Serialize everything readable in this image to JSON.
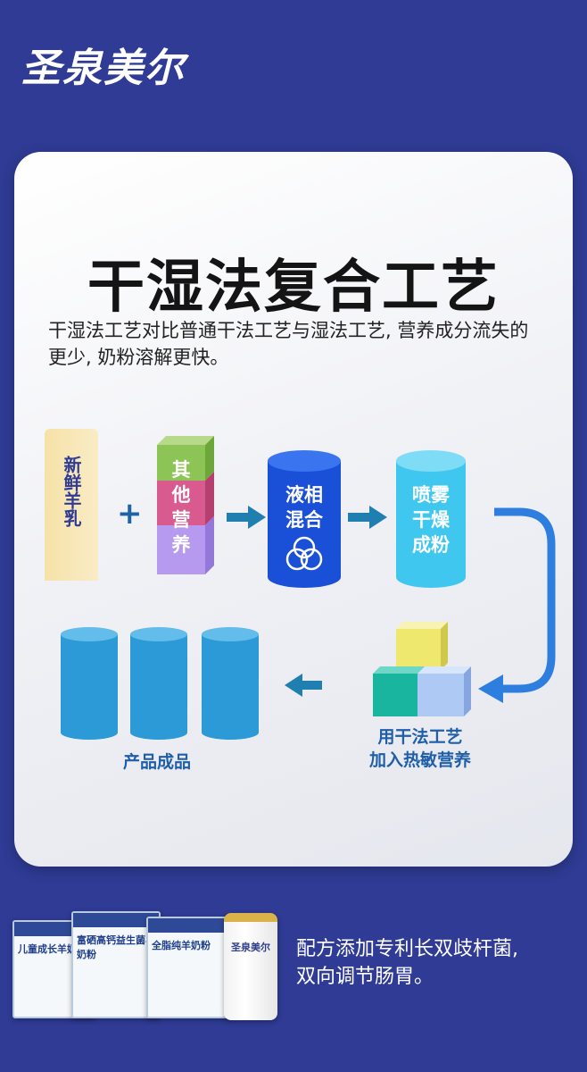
{
  "brand": {
    "logo_text": "圣泉美尔"
  },
  "card": {
    "title": "干湿法复合工艺",
    "description": "干湿法工艺对比普通干法工艺与湿法工艺, 营养成分流失的更少, 奶粉溶解更快。"
  },
  "process": {
    "fresh_milk": "新鲜羊乳",
    "plus": "+",
    "other_nutrition": [
      "其",
      "他",
      "营",
      "养"
    ],
    "liquid_mixing": [
      "液相",
      "混合"
    ],
    "spray_drying": [
      "喷雾",
      "干燥",
      "成粉"
    ],
    "dry_process_line1": "用干法工艺",
    "dry_process_line2": "加入热敏营养",
    "final_product": "产品成品"
  },
  "products": {
    "box1_title": "儿童成长羊奶粉",
    "box2_title": "富硒高钙益生菌羊奶粉",
    "box3_title": "全脂纯羊奶粉",
    "can_title": "圣泉美尔"
  },
  "footer": {
    "line1": "配方添加专利长双歧杆菌,",
    "line2": "双向调节肠胃。"
  },
  "colors": {
    "background": "#2f3b94",
    "accent_blue": "#1c63a8",
    "arrow_blue": "#2e7ee0"
  }
}
